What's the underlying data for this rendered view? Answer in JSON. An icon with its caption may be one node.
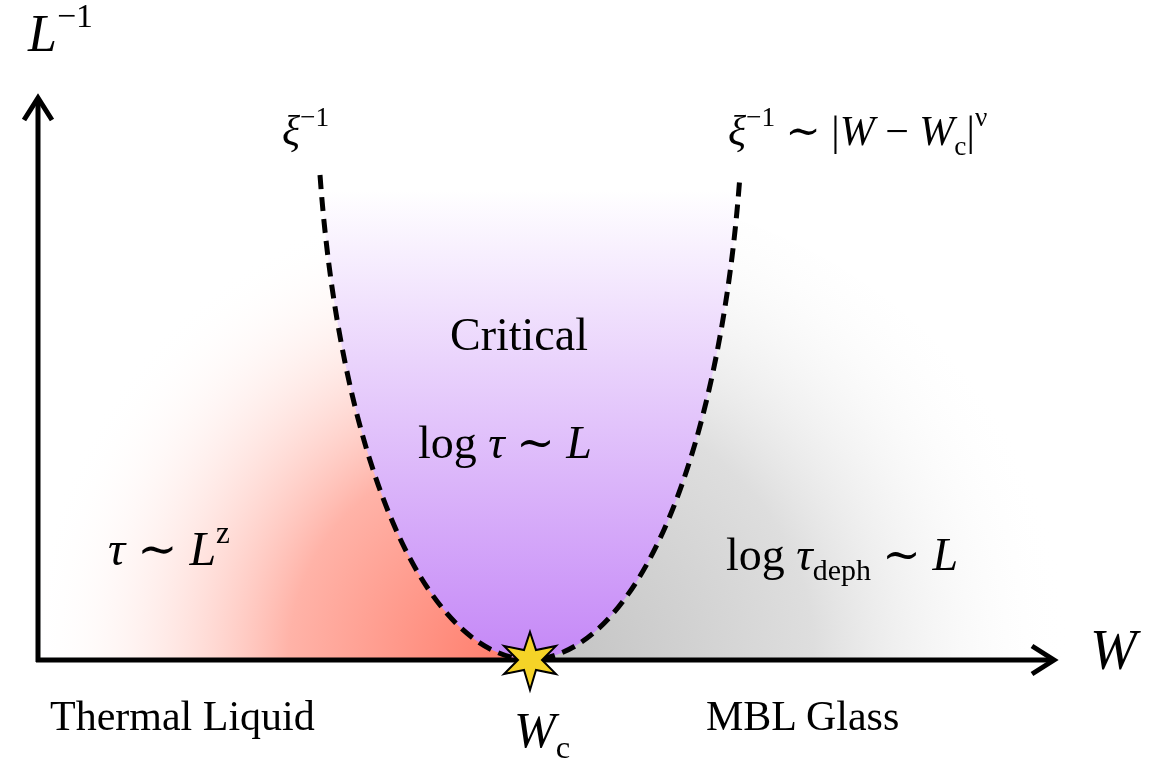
{
  "diagram": {
    "labels": [
      "*L*$^{−1}$",
      "*ξ*$^{−1}$",
      "*ξ*$^{−1}$ ∼ |*W* − *W*$_{c}$|$^{ν}$",
      "Critical",
      "log *τ* ∼ *L*",
      "*τ* ∼ *L*$^{z}$",
      "log *τ*$_{deph}$ ∼ *L*",
      "*W*",
      "Thermal Liquid",
      "*W*$_{c}$",
      "MBL Glass"
    ]
  }
}
